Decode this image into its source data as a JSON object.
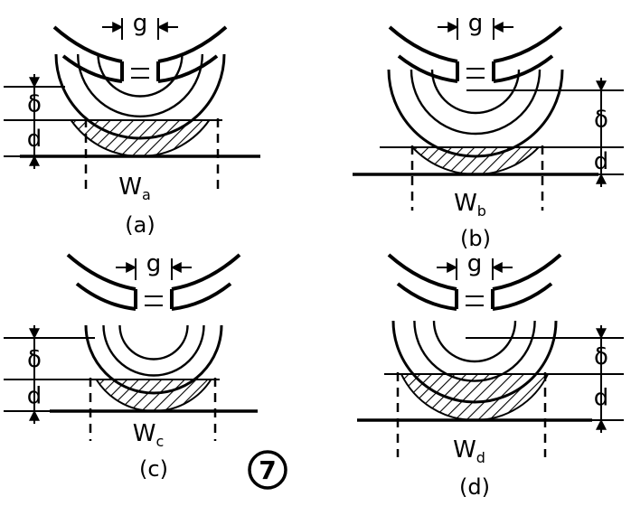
{
  "figure": {
    "number": "7",
    "panels": [
      {
        "id": "a",
        "caption": "(a)",
        "gap_label": "g",
        "delta_label": "δ",
        "depth_label": "d",
        "width_label": "W",
        "width_sub": "a"
      },
      {
        "id": "b",
        "caption": "(b)",
        "gap_label": "g",
        "delta_label": "δ",
        "depth_label": "d",
        "width_label": "W",
        "width_sub": "b"
      },
      {
        "id": "c",
        "caption": "(c)",
        "gap_label": "g",
        "delta_label": "δ",
        "depth_label": "d",
        "width_label": "W",
        "width_sub": "c"
      },
      {
        "id": "d",
        "caption": "(d)",
        "gap_label": "g",
        "delta_label": "δ",
        "depth_label": "d",
        "width_label": "W",
        "width_sub": "d"
      }
    ]
  }
}
